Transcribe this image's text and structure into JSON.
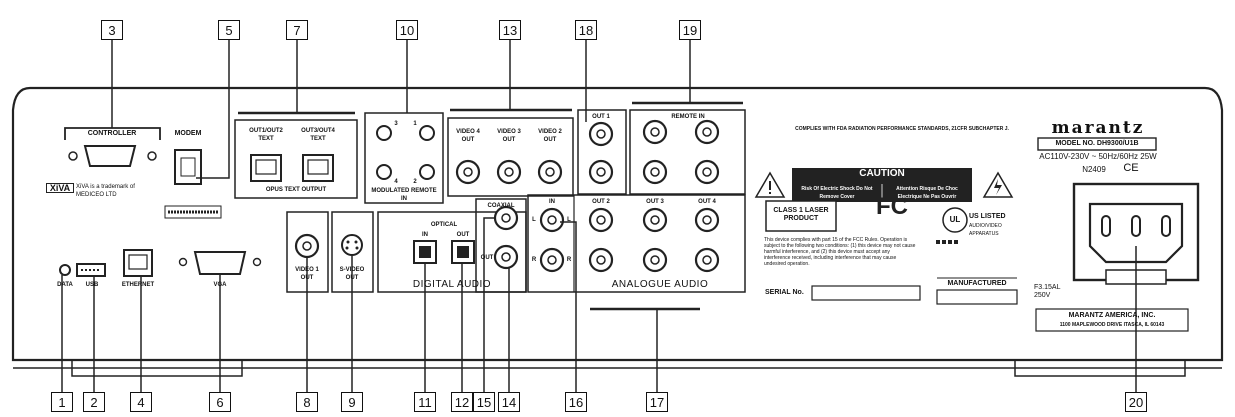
{
  "callouts": [
    "1",
    "2",
    "3",
    "4",
    "5",
    "6",
    "7",
    "8",
    "9",
    "10",
    "11",
    "12",
    "13",
    "14",
    "15",
    "16",
    "17",
    "18",
    "19",
    "20"
  ],
  "labels": {
    "controller": "CONTROLLER",
    "modem": "MODEM",
    "xiva_note": "XiVA is a trademark of MEDICEO LTD",
    "xiva_logo": "XiVA",
    "data": "DATA",
    "usb": "USB",
    "ethernet": "ETHERNET",
    "vga": "VGA",
    "out1_out2_text": "OUT1/OUT2 TEXT",
    "out3_out4_text": "OUT3/OUT4 TEXT",
    "opus_text_output": "OPUS TEXT OUTPUT",
    "modulated_remote_in": "MODULATED REMOTE IN",
    "mod_num_1": "1",
    "mod_num_2": "2",
    "mod_num_3": "3",
    "mod_num_4": "4",
    "video4_out": "VIDEO 4 OUT",
    "video3_out": "VIDEO 3 OUT",
    "video2_out": "VIDEO 2 OUT",
    "video1_out": "VIDEO 1 OUT",
    "svideo_out": "S-VIDEO OUT",
    "optical": "OPTICAL",
    "in": "IN",
    "out": "OUT",
    "coaxial": "COAXIAL",
    "digital_audio": "DIGITAL AUDIO",
    "analogue_audio": "ANALOGUE AUDIO",
    "out_1": "OUT 1",
    "out_2": "OUT 2",
    "out_3": "OUT 3",
    "out_4": "OUT 4",
    "remote_in": "REMOTE IN",
    "l": "L",
    "r": "R",
    "compliance_top": "COMPLIES WITH FDA RADIATION PERFORMANCE STANDARDS, 21CFR SUBCHAPTER J.",
    "caution": "CAUTION",
    "caution_en": "Risk Of Electric Shock Do Not Remove Cover",
    "caution_fr": "Attention Risque De Choc Electrique Ne Pas Ouvrir",
    "class1": "CLASS 1 LASER PRODUCT",
    "fc": "FC",
    "ul": "UL",
    "us_listed": "US LISTED",
    "audio_video": "AUDIO/VIDEO APPARATUS",
    "fcc_text": "This device complies with part 15 of the FCC Rules. Operation is subject to the following two conditions: (1) this device may not cause harmful interference, and (2) this device must accept any interference received, including interference that may cause undesired operation.",
    "serial_no": "SERIAL No.",
    "manufactured": "MANUFACTURED",
    "brand": "marantz",
    "model": "MODEL NO. DH9300/U1B",
    "power_rating": "AC110V-230V ~ 50Hz/60Hz 25W",
    "n_code": "N2409",
    "ce": "CE",
    "fuse": "F3.15AL 250V",
    "marantz_america": "MARANTZ AMERICA, INC.",
    "address": "1100 MAPLEWOOD DRIVE ITASCA, IL 60143"
  }
}
